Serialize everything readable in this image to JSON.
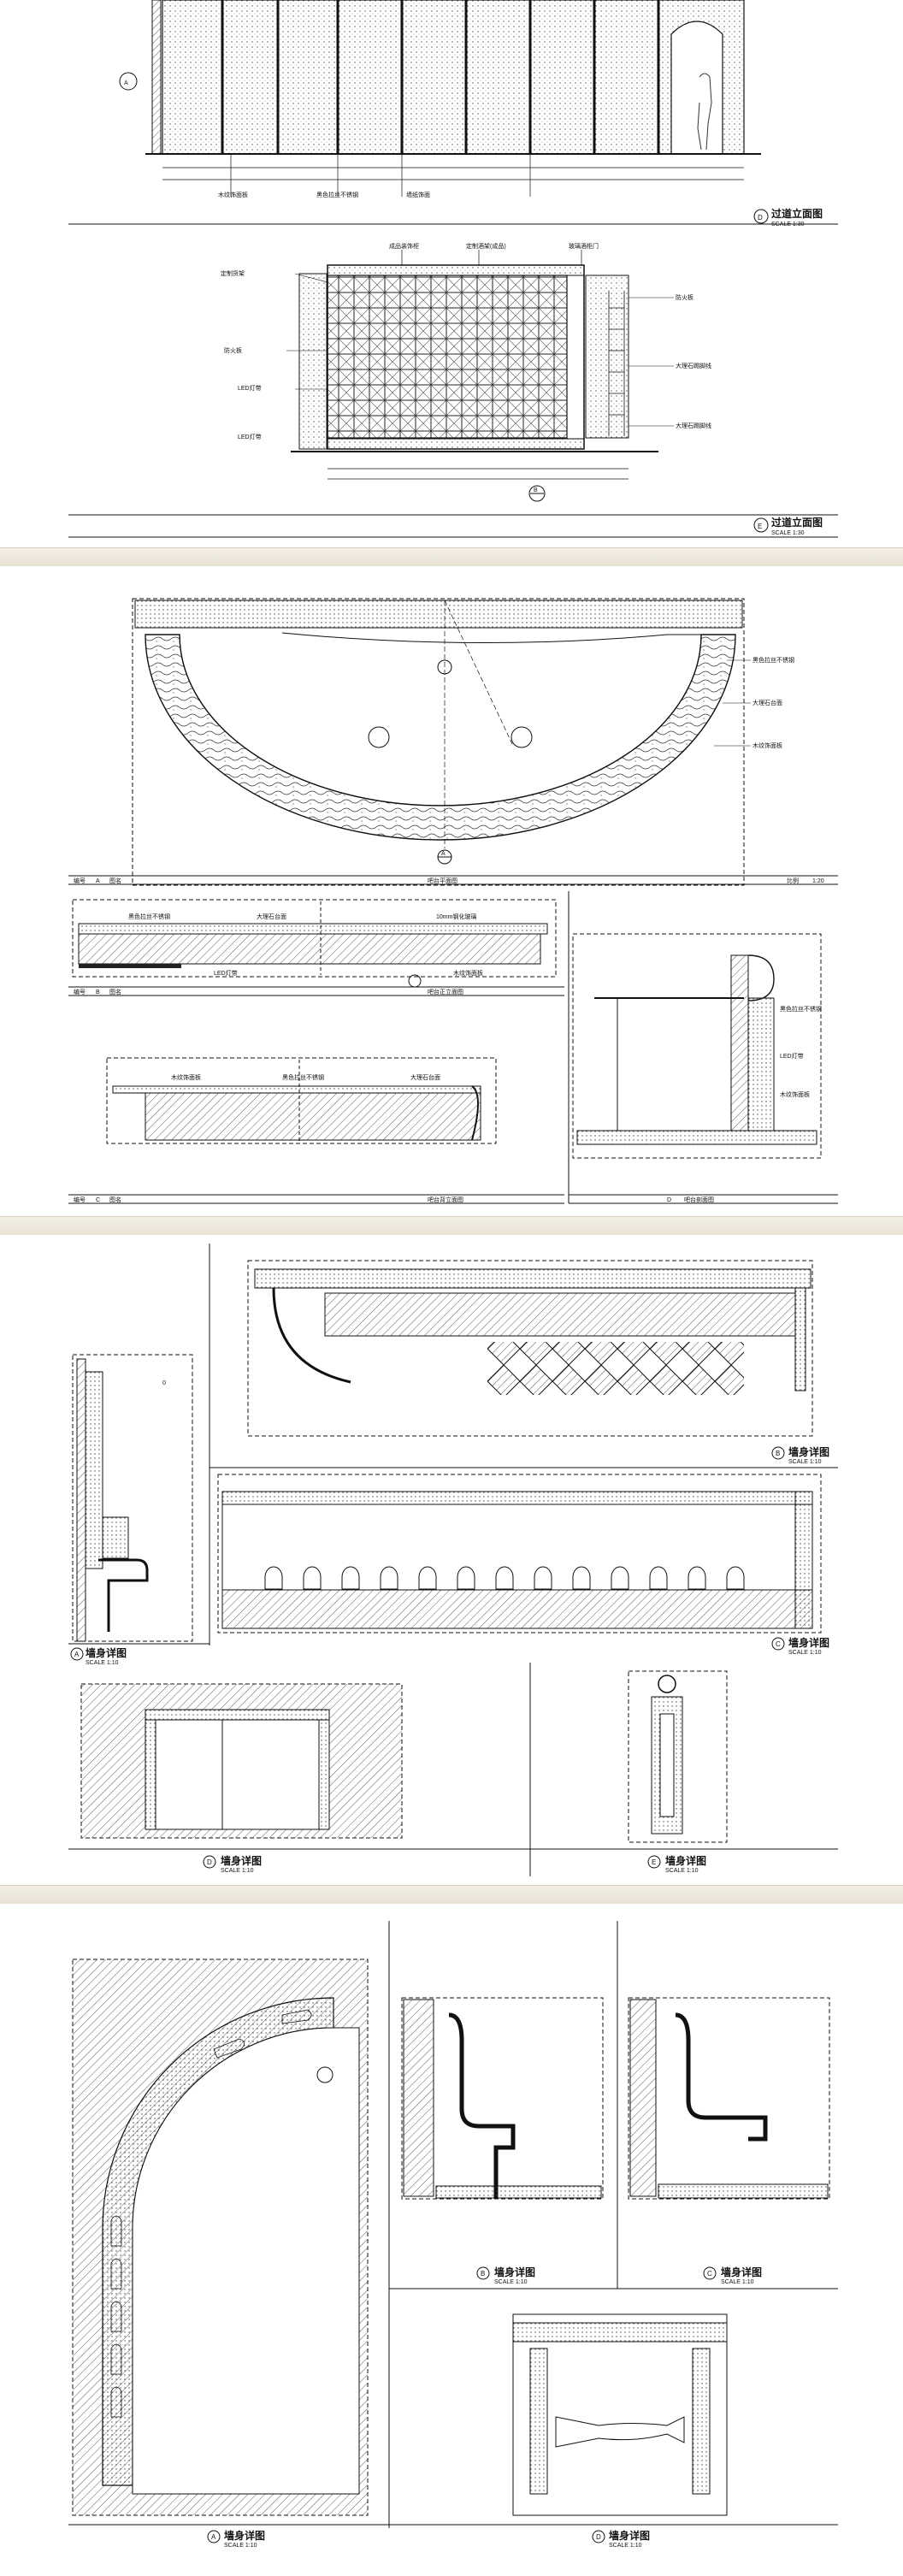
{
  "sheets": [
    {
      "id": "sheet-1",
      "drawings": [
        {
          "marker": "D",
          "title": "过道立面图",
          "scale": "SCALE 1:30"
        },
        {
          "marker": "E",
          "title": "过道立面图",
          "scale": "SCALE 1:30"
        }
      ],
      "notes_a": [
        "木纹饰面板",
        "黑色拉丝不锈钢",
        "墙纸饰面"
      ],
      "notes_b": [
        "成品装饰柜",
        "定制酒架(成品)",
        "玻璃酒柜门",
        "定制货架",
        "防火板",
        "LED灯带",
        "大理石踢脚线"
      ]
    },
    {
      "id": "sheet-2",
      "plan_title": "吧台平面图",
      "plan_scale": "1:20",
      "elev_b_title": "吧台正立面图",
      "elev_c_title": "吧台背立面图",
      "section_title": "吧台剖面图",
      "row_labels": {
        "no": "编号",
        "name": "图名",
        "scale": "比例"
      },
      "markers": [
        "A",
        "B",
        "C",
        "D"
      ],
      "notes": [
        "黑色拉丝不锈钢",
        "大理石台面",
        "木纹饰面板",
        "10mm钢化玻璃",
        "LED灯带"
      ]
    },
    {
      "id": "sheet-3",
      "drawings": [
        {
          "marker": "A",
          "title": "墙身详图",
          "scale": "SCALE 1:10"
        },
        {
          "marker": "B",
          "title": "墙身详图",
          "scale": "SCALE 1:10"
        },
        {
          "marker": "C",
          "title": "墙身详图",
          "scale": "SCALE 1:10"
        },
        {
          "marker": "D",
          "title": "墙身详图",
          "scale": "SCALE 1:10"
        },
        {
          "marker": "E",
          "title": "墙身详图",
          "scale": "SCALE 1:10"
        }
      ]
    },
    {
      "id": "sheet-4",
      "drawings": [
        {
          "marker": "A",
          "title": "墙身详图",
          "scale": "SCALE 1:10"
        },
        {
          "marker": "B",
          "title": "墙身详图",
          "scale": "SCALE 1:10"
        },
        {
          "marker": "C",
          "title": "墙身详图",
          "scale": "SCALE 1:10"
        },
        {
          "marker": "D",
          "title": "墙身详图",
          "scale": "SCALE 1:10"
        }
      ]
    }
  ]
}
